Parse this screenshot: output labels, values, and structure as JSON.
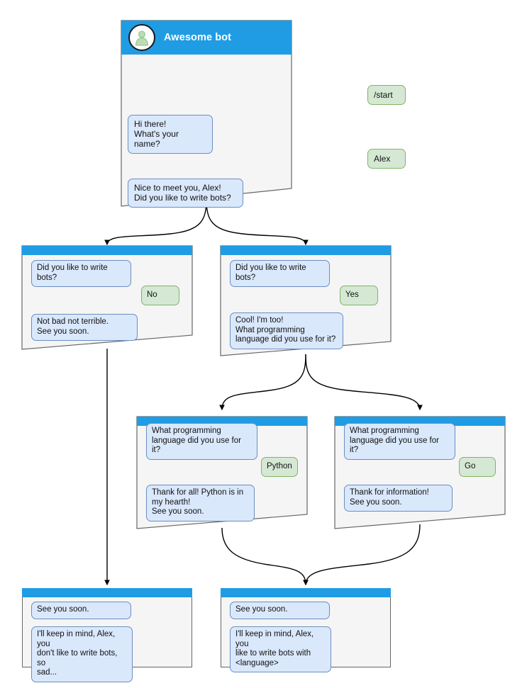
{
  "diagram": {
    "title": "Awesome bot conversation flow",
    "colors": {
      "titlebar": "#1f9ce4",
      "card_background": "#f5f5f5",
      "card_border": "#666666",
      "bot_bubble_fill": "#dae8fc",
      "bot_bubble_border": "#6c8ebf",
      "user_bubble_fill": "#d5e8d4",
      "user_bubble_border": "#82b366",
      "connector": "#000000",
      "page_background": "#ffffff"
    },
    "icons": {
      "avatar": "user-avatar-icon"
    }
  },
  "nodes": {
    "start": {
      "name": "start-node",
      "header_title": "Awesome bot",
      "messages": [
        {
          "role": "user",
          "text": "/start"
        },
        {
          "role": "bot",
          "text": "Hi there!\nWhat's your name?"
        },
        {
          "role": "user",
          "text": "Alex"
        },
        {
          "role": "bot",
          "text": "Nice to meet you, Alex!\nDid you like to write bots?"
        }
      ]
    },
    "answer_no": {
      "name": "answer-no-node",
      "messages": [
        {
          "role": "bot",
          "text": "Did you like to write bots?"
        },
        {
          "role": "user",
          "text": "No"
        },
        {
          "role": "bot",
          "text": "Not bad not terrible.\nSee you soon."
        }
      ]
    },
    "answer_yes": {
      "name": "answer-yes-node",
      "messages": [
        {
          "role": "bot",
          "text": "Did you like to write bots?"
        },
        {
          "role": "user",
          "text": "Yes"
        },
        {
          "role": "bot",
          "text": "Cool! I'm too!\nWhat programming\nlanguage did you use for it?"
        }
      ]
    },
    "lang_python": {
      "name": "language-python-node",
      "messages": [
        {
          "role": "bot",
          "text": "What programming\nlanguage did you use for it?"
        },
        {
          "role": "user",
          "text": "Python"
        },
        {
          "role": "bot",
          "text": "Thank for all! Python is in\nmy hearth!\nSee you soon."
        }
      ]
    },
    "lang_go": {
      "name": "language-go-node",
      "messages": [
        {
          "role": "bot",
          "text": "What programming\nlanguage did you use for it?"
        },
        {
          "role": "user",
          "text": "Go"
        },
        {
          "role": "bot",
          "text": "Thank for information!\nSee you soon."
        }
      ]
    },
    "end_sad": {
      "name": "end-sad-node",
      "messages": [
        {
          "role": "bot",
          "text": "See you soon."
        },
        {
          "role": "bot",
          "text": "I'll keep in mind, Alex, you\ndon't like to write bots, so\nsad..."
        }
      ]
    },
    "end_happy": {
      "name": "end-happy-node",
      "messages": [
        {
          "role": "bot",
          "text": "See you soon."
        },
        {
          "role": "bot",
          "text": "I'll keep in mind, Alex, you\nlike to write bots with\n<language>"
        }
      ]
    }
  },
  "edges": [
    {
      "from": "start",
      "to": "answer_no"
    },
    {
      "from": "start",
      "to": "answer_yes"
    },
    {
      "from": "answer_no",
      "to": "end_sad"
    },
    {
      "from": "answer_yes",
      "to": "lang_python"
    },
    {
      "from": "answer_yes",
      "to": "lang_go"
    },
    {
      "from": "lang_python",
      "to": "end_happy"
    },
    {
      "from": "lang_go",
      "to": "end_happy"
    }
  ]
}
